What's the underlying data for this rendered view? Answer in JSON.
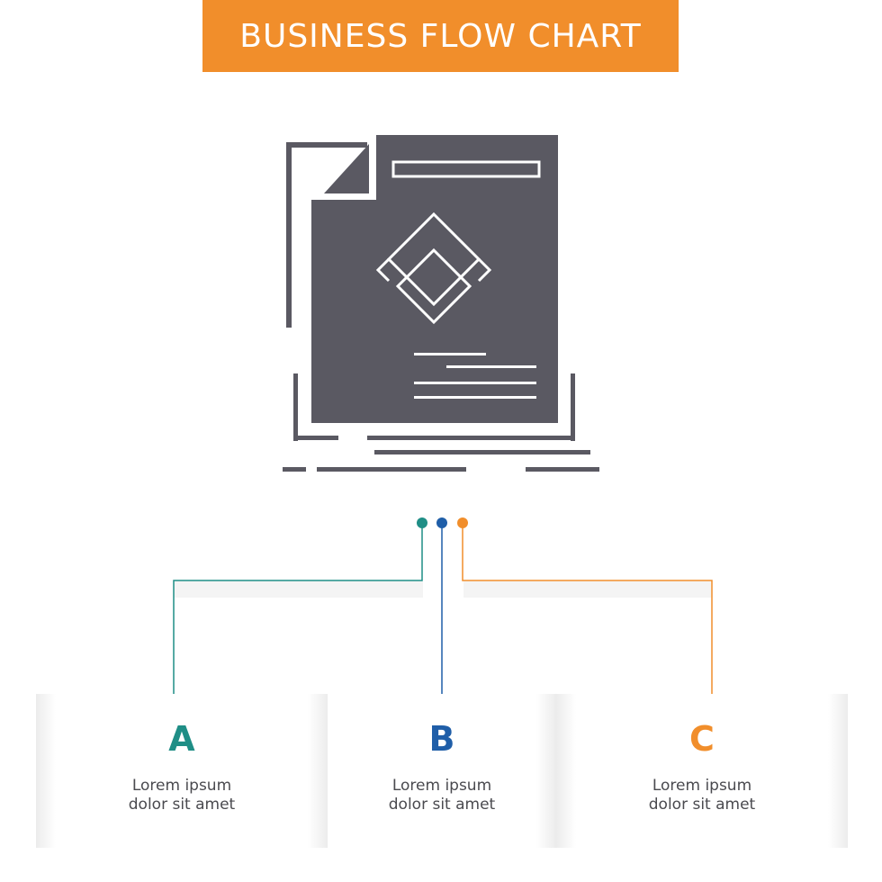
{
  "title": "BUSINESS FLOW CHART",
  "colors": {
    "banner": "#F18E2B",
    "icon": "#5A5962",
    "teal": "#1F8E86",
    "blue": "#1F5EA8",
    "orange": "#F18E2B"
  },
  "icon_name": "document-diamond-icon",
  "cards": [
    {
      "letter": "A",
      "line1": "Lorem ipsum",
      "line2": "dolor sit amet",
      "color": "#1F8E86"
    },
    {
      "letter": "B",
      "line1": "Lorem ipsum",
      "line2": "dolor sit amet",
      "color": "#1F5EA8"
    },
    {
      "letter": "C",
      "line1": "Lorem ipsum",
      "line2": "dolor sit amet",
      "color": "#F18E2B"
    }
  ]
}
